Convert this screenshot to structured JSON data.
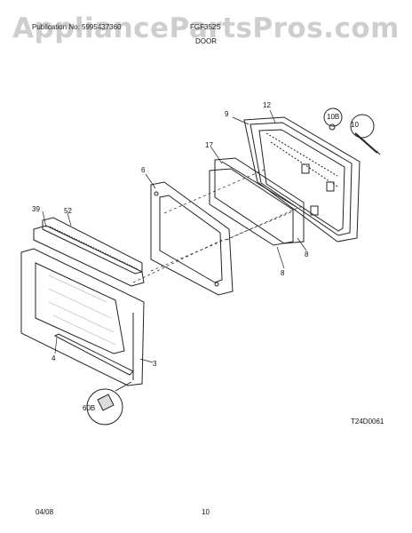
{
  "watermark": "AppliancePartsPros.com",
  "header": {
    "publication": "Publication No: 5995437360",
    "model": "FGF352S"
  },
  "title": "DOOR",
  "figure_code": "T24D0061",
  "footer": {
    "date": "04/08",
    "page": "10"
  },
  "callouts": [
    "12",
    "9",
    "10B",
    "10",
    "17",
    "6",
    "39",
    "52",
    "8",
    "8",
    "4",
    "3",
    "60B"
  ]
}
